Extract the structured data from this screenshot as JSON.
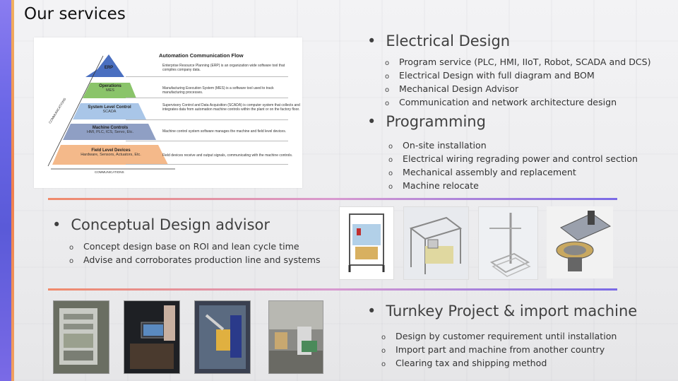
{
  "slide": {
    "title": "Our services"
  },
  "pyramid": {
    "title": "Automation Communication Flow",
    "layers": [
      {
        "name": "ERP",
        "sub": "",
        "desc": "Enterprise Resource Planning (ERP) is an organization wide software tool that compiles company data."
      },
      {
        "name": "Operations",
        "sub": "MES",
        "desc": "Manufacturing Execution System (MES) is a software tool used to track manufacturing processes."
      },
      {
        "name": "System Level Control",
        "sub": "SCADA",
        "desc": "Supervisory Control and Data Acquisition (SCADA) is computer system that collects and integrates data from automation machine controls within the plant or on the factory floor."
      },
      {
        "name": "Machine Controls",
        "sub": "HMI, PLC, ICS, Servo, Etc.",
        "desc": "Machine control system software manages the machine and field level devices."
      },
      {
        "name": "Field Level Devices",
        "sub": "Hardware, Sensors, Actuators, Etc.",
        "desc": "Field devices receive and output signals, communicating with the machine controls."
      }
    ],
    "axis_left": "COMMUNICATIONS",
    "axis_bottom": "COMMUNICATIONS"
  },
  "sections": {
    "electrical": {
      "heading": "Electrical Design",
      "items": [
        "Program service (PLC, HMI, IIoT, Robot, SCADA and DCS)",
        "Electrical Design with full diagram and BOM",
        "Mechanical Design Advisor",
        "Communication and network architecture design"
      ]
    },
    "programming": {
      "heading": "Programming",
      "items": [
        "On-site installation",
        "Electrical wiring regrading power and control section",
        "Mechanical assembly and replacement",
        "Machine relocate"
      ]
    },
    "conceptual": {
      "heading": "Conceptual Design advisor",
      "items": [
        "Concept design base on ROI and lean cycle time",
        "Advise and corroborates production line and systems"
      ]
    },
    "turnkey": {
      "heading": "Turnkey Project & import machine",
      "items": [
        "Design by customer requirement until installation",
        "Import part and machine from another country",
        "Clearing tax and shipping method"
      ]
    }
  },
  "bullets": {
    "main": "•",
    "sub": "o"
  },
  "colors": {
    "accent_purple": "#7a6ae6",
    "accent_orange": "#f08a6a"
  }
}
